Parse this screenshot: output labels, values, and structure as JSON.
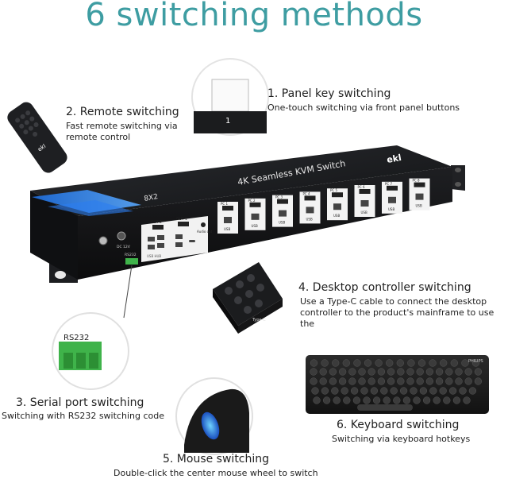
{
  "headline": "6 switching methods",
  "methods": [
    {
      "title": "1. Panel key switching",
      "desc": "One-touch switching via front panel buttons",
      "key_label": "1"
    },
    {
      "title": "2. Remote switching",
      "desc": [
        "Fast remote switching via",
        "remote control"
      ]
    },
    {
      "title": "3. Serial port switching",
      "desc": "Switching with RS232 switching code",
      "port_label": "RS232"
    },
    {
      "title": "4. Desktop controller switching",
      "desc": [
        "Use a Type-C cable to connect the desktop",
        "controller to the product's mainframe to use the"
      ],
      "port_label": "Type-C"
    },
    {
      "title": "5. Mouse switching",
      "desc": "Double-click the center mouse wheel to switch"
    },
    {
      "title": "6. Keyboard switching",
      "desc": "Switching via keyboard hotkeys",
      "brand": "PHILIPS"
    }
  ],
  "device": {
    "name": "4K Seamless KVM Switch",
    "model": "8X2",
    "brand": "ekl",
    "ports": [
      "PC 1",
      "PC 2",
      "PC 3",
      "PC 4",
      "PC 5",
      "PC 6",
      "PC 7",
      "PC 8"
    ],
    "usb_label": "USB",
    "out_labels": [
      "OUT 2",
      "OUT 1"
    ],
    "audio_label": "Audio out",
    "dc_label": "DC 12V",
    "rs232_label": "RS232",
    "usb_hub_label": "USB HUB"
  },
  "remote_brand": "ekl",
  "colors": {
    "accent": "#3e9da2",
    "device": "#1b1c1e",
    "green": "#3fb34a"
  }
}
